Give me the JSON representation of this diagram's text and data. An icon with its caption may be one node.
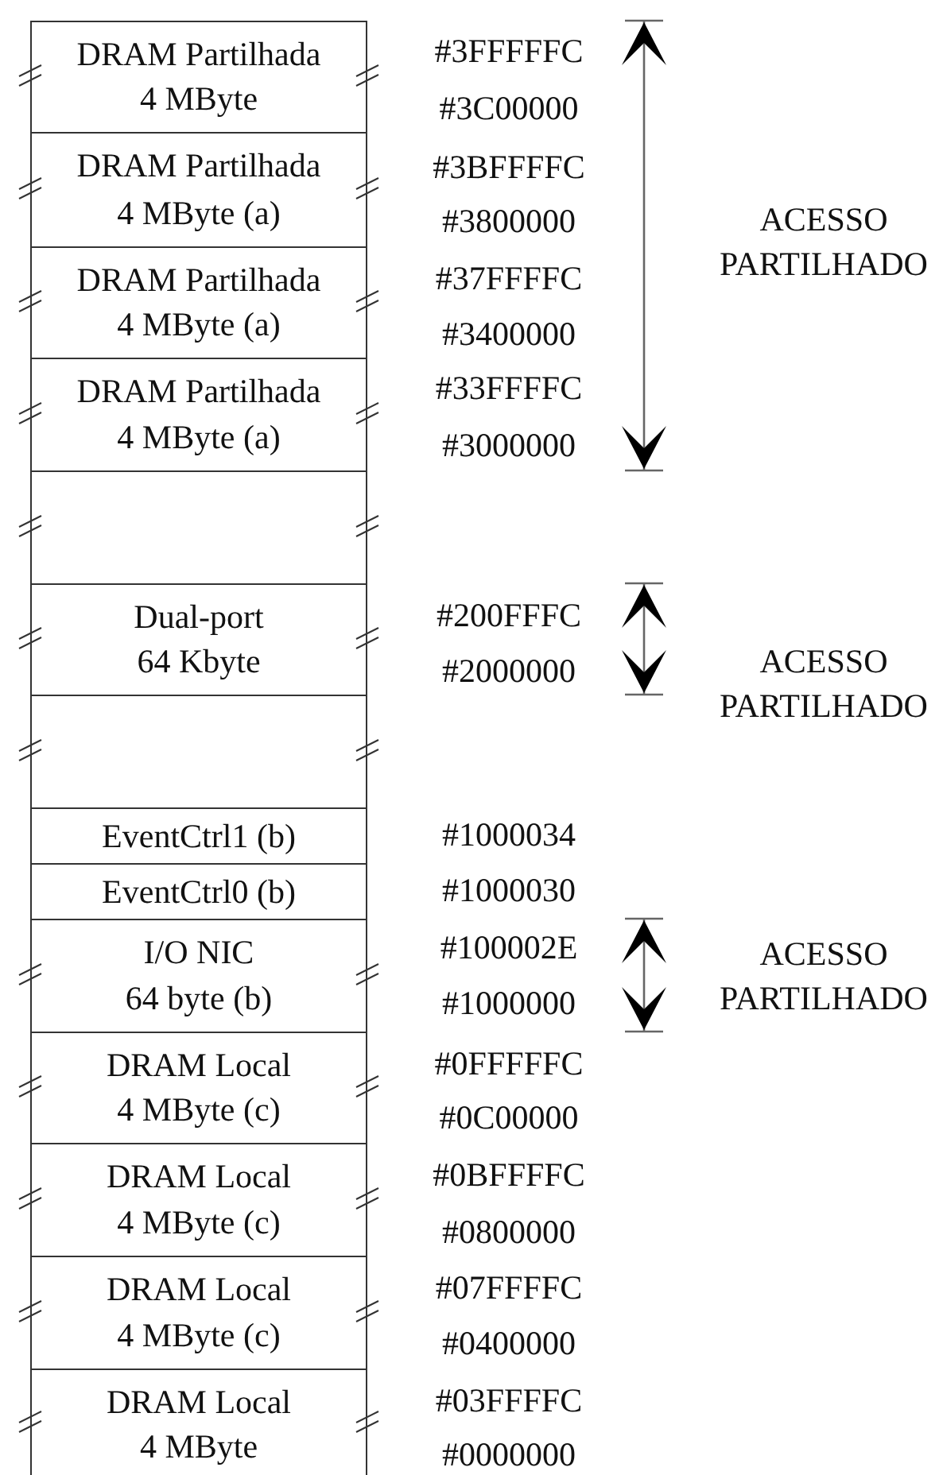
{
  "diagram": {
    "nodes": [
      {
        "text": [
          "DRAM Partilhada",
          "4 MByte"
        ]
      },
      {
        "text": [
          "DRAM Partilhada",
          "4 MByte (a)"
        ]
      },
      {
        "text": [
          "DRAM Partilhada",
          "4 MByte (a)"
        ]
      },
      {
        "text": [
          "DRAM Partilhada",
          "4 MByte (a)"
        ]
      },
      {
        "text": [],
        "shape": "box"
      },
      {
        "text": [
          "Dual-port",
          "64 Kbyte"
        ]
      },
      {
        "text": [],
        "shape": "box"
      },
      {
        "text": [
          "EventCtrl1 (b)"
        ]
      },
      {
        "text": [
          "EventCtrl0 (b)"
        ]
      },
      {
        "text": [
          "I/O NIC",
          "64 byte (b)"
        ]
      },
      {
        "text": [
          "DRAM Local",
          "4 MByte (c)"
        ]
      },
      {
        "text": [
          "DRAM Local",
          "4 MByte (c)"
        ]
      },
      {
        "text": [
          "DRAM Local",
          "4 MByte (c)"
        ]
      },
      {
        "text": [
          "DRAM Local",
          "4 MByte"
        ]
      }
    ],
    "labels": [
      "#3FFFFFC",
      "#3C00000",
      "#3BFFFFC",
      "#3800000",
      "ACESSO PARTILHADO",
      "#37FFFFC",
      "#3400000",
      "#33FFFFC",
      "#3000000",
      "#200FFFC",
      "ACESSO PARTILHADO",
      "#2000000",
      "#1000034",
      "#1000030",
      "#100002E",
      "ACESSO PARTILHADO",
      "#1000000",
      "#0FFFFFC",
      "#0C00000",
      "#0BFFFFC",
      "#0800000",
      "#07FFFFC",
      "#0400000",
      "#03FFFFC",
      "#0000000"
    ]
  }
}
